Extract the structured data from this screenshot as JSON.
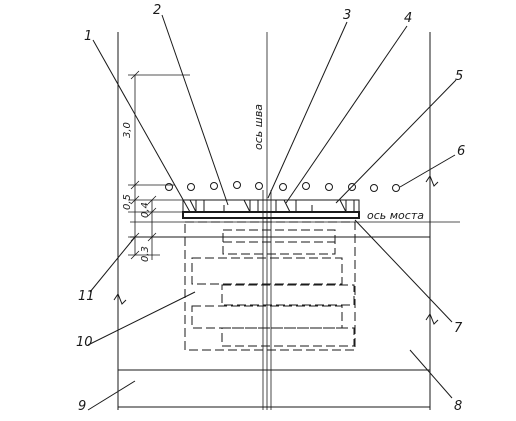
{
  "callouts": [
    "1",
    "2",
    "3",
    "4",
    "5",
    "6",
    "7",
    "8",
    "9",
    "10",
    "11"
  ],
  "dimensions": {
    "d1": "3,0",
    "d2": "0,5",
    "d3": "0,4",
    "d4": "0,3"
  },
  "axes": {
    "seam_axis": "ось шва",
    "bridge_axis": "ось моста"
  }
}
